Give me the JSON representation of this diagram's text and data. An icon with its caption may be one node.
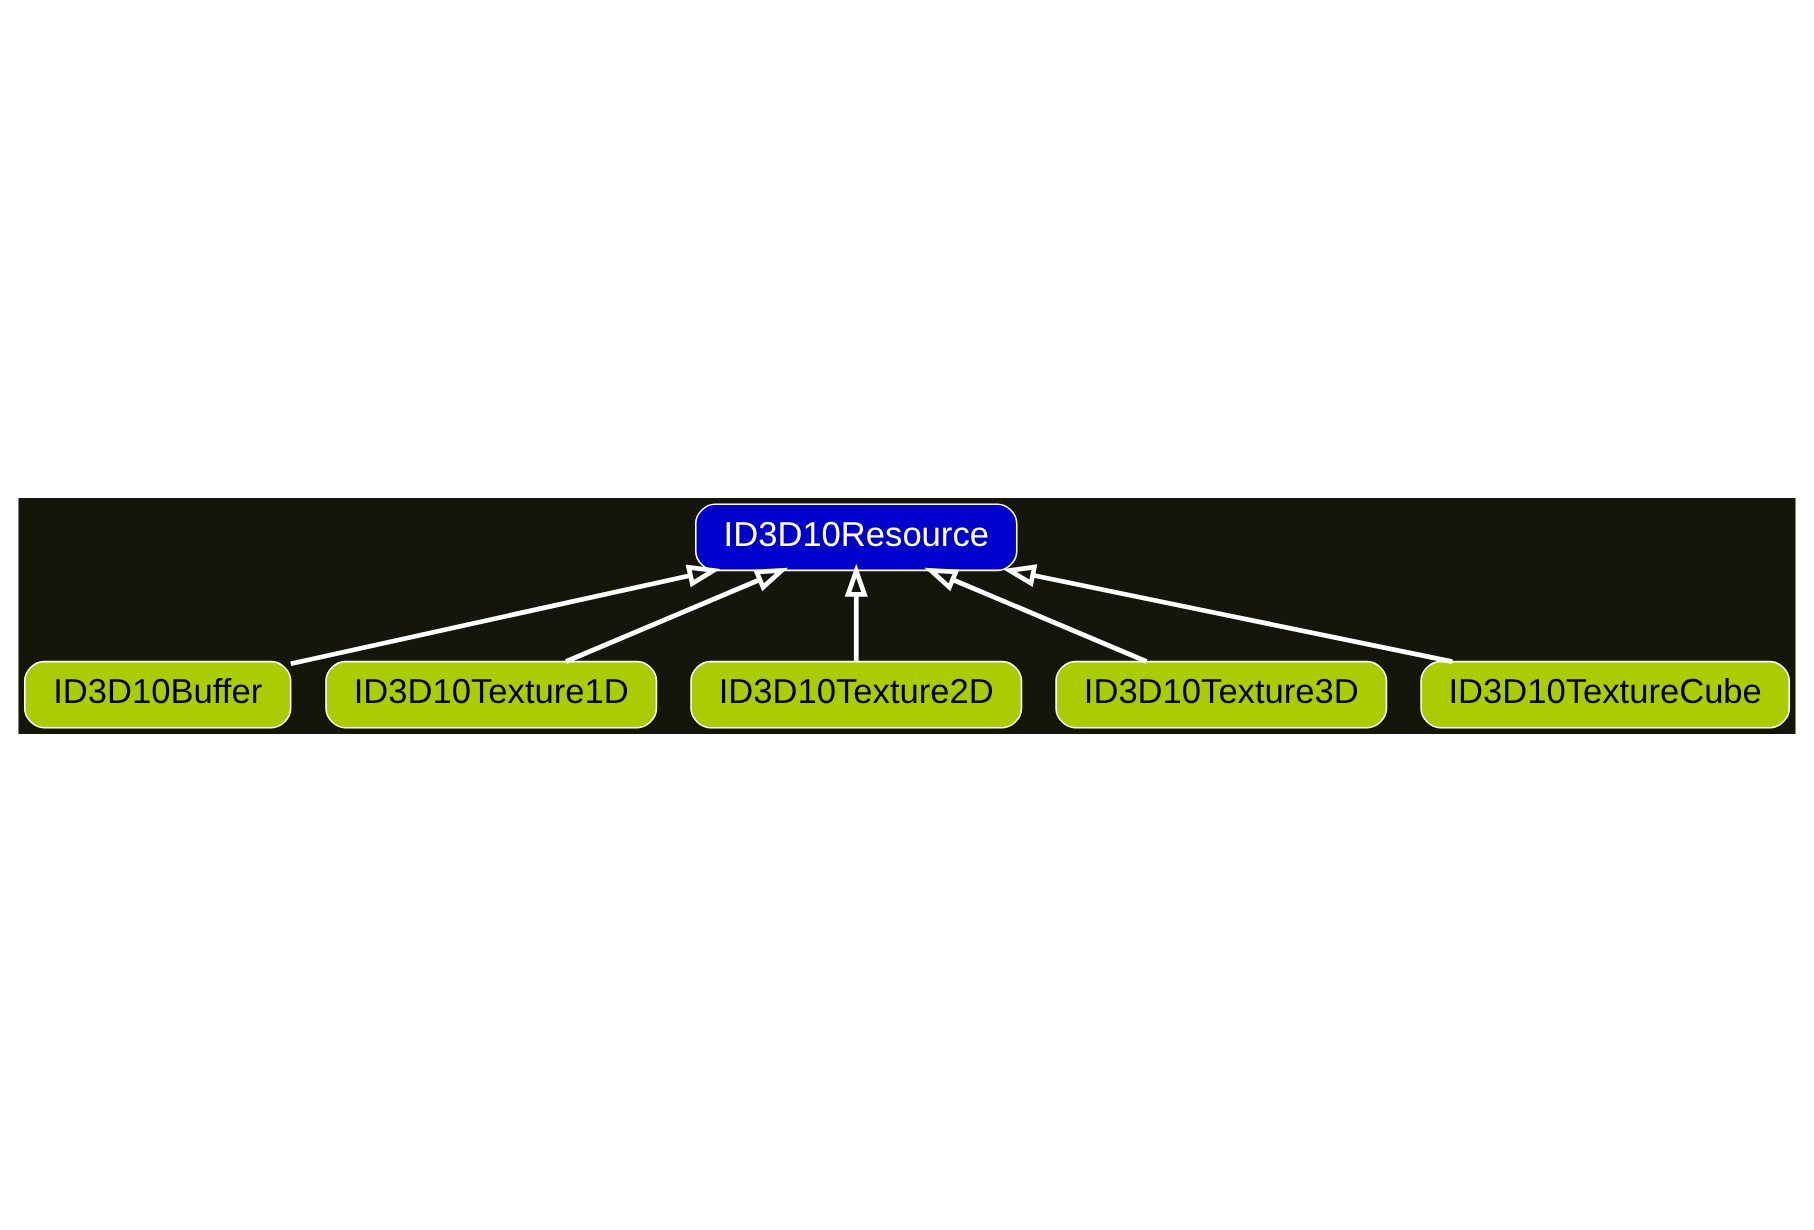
{
  "diagram": {
    "nodes": [
      {
        "text": [
          "ID3D10Resource"
        ]
      },
      {
        "text": [
          "ID3D10Buffer"
        ]
      },
      {
        "text": [
          "ID3D10Texture1D"
        ]
      },
      {
        "text": [
          "ID3D10Texture2D"
        ]
      },
      {
        "text": [
          "ID3D10Texture3D"
        ]
      },
      {
        "text": [
          "ID3D10TextureCube"
        ]
      }
    ],
    "edges": [
      {
        "from": 1,
        "to": 0,
        "arrow": "to"
      },
      {
        "from": 2,
        "to": 0,
        "arrow": "to"
      },
      {
        "from": 3,
        "to": 0,
        "arrow": "to"
      },
      {
        "from": 4,
        "to": 0,
        "arrow": "to"
      },
      {
        "from": 5,
        "to": 0,
        "arrow": "to"
      }
    ]
  }
}
